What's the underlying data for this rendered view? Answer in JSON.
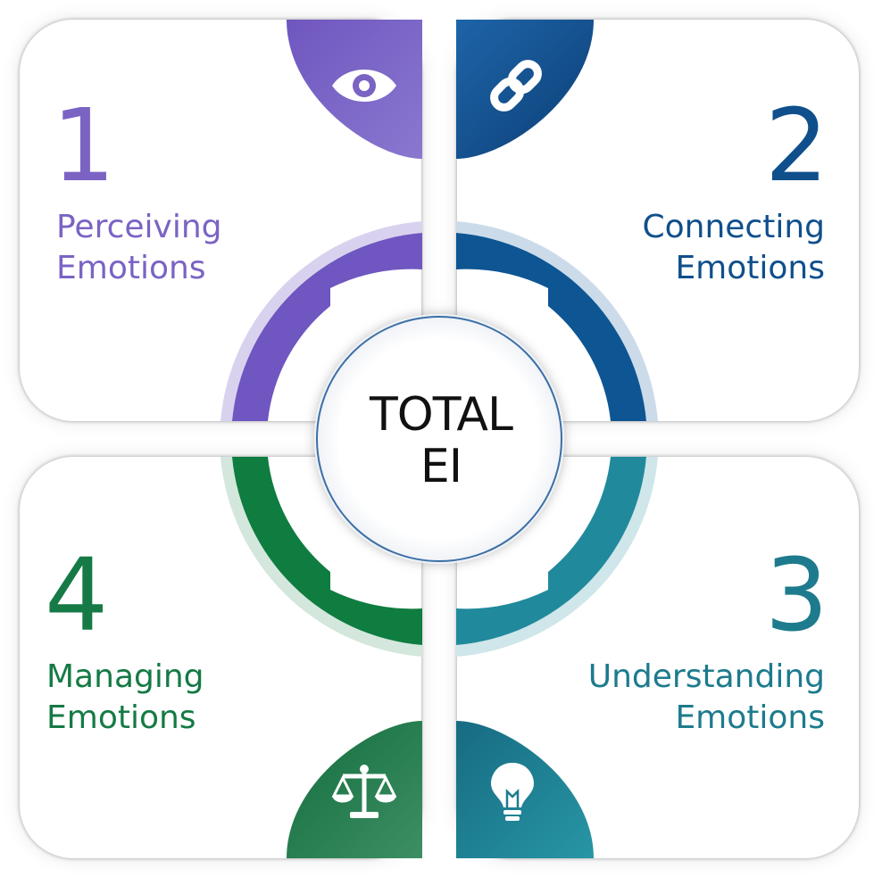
{
  "center": {
    "line1": "TOTAL",
    "line2": "EI"
  },
  "quadrants": [
    {
      "number": "1",
      "line1": "Perceiving",
      "line2": "Emotions",
      "color": "#7b63c4",
      "icon": "eye-icon"
    },
    {
      "number": "2",
      "line1": "Connecting",
      "line2": "Emotions",
      "color": "#0f4f8c",
      "icon": "link-icon"
    },
    {
      "number": "3",
      "line1": "Understanding",
      "line2": "Emotions",
      "color": "#1d7b8d",
      "icon": "lightbulb-icon"
    },
    {
      "number": "4",
      "line1": "Managing",
      "line2": "Emotions",
      "color": "#157a45",
      "icon": "balance-scale-icon"
    }
  ]
}
